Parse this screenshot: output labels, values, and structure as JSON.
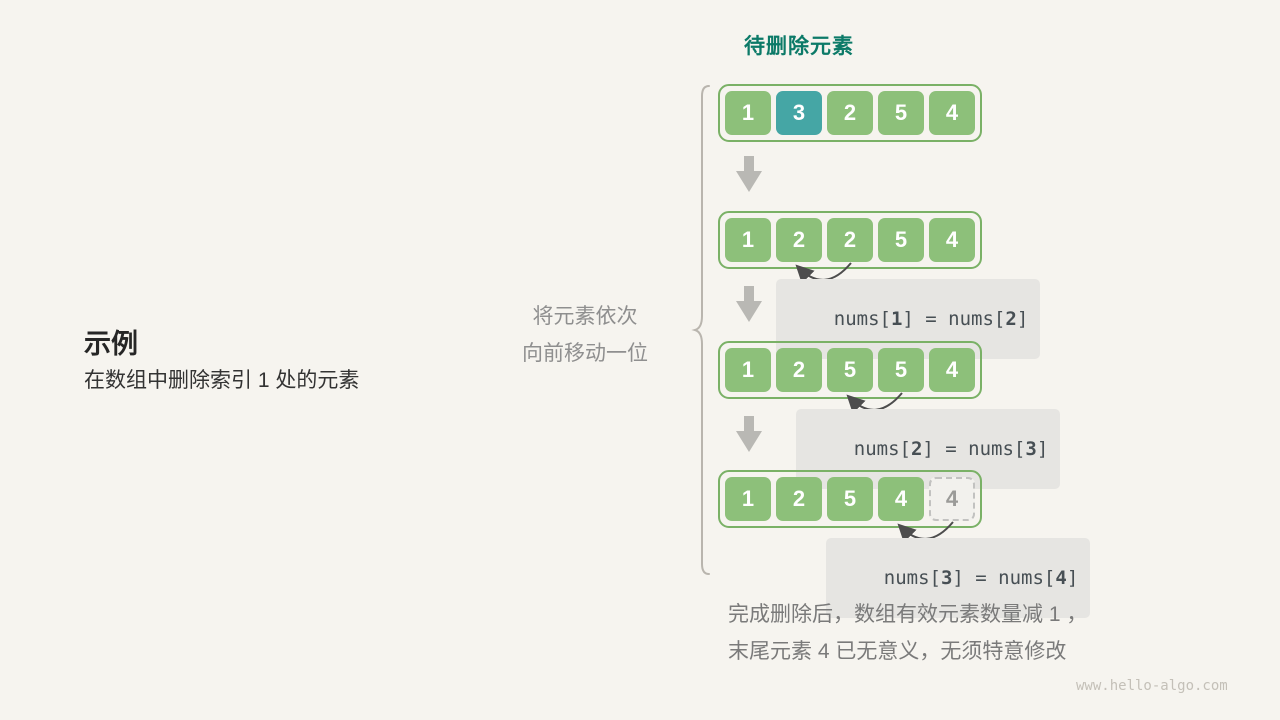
{
  "header": {
    "top_label": "待删除元素"
  },
  "example": {
    "title": "示例",
    "subtitle": "在数组中删除索引 1 处的元素"
  },
  "note": {
    "line1": "将元素依次",
    "line2": "向前移动一位"
  },
  "rows": [
    {
      "cells": [
        "1",
        "3",
        "2",
        "5",
        "4"
      ]
    },
    {
      "cells": [
        "1",
        "2",
        "2",
        "5",
        "4"
      ],
      "code": [
        "nums[",
        "1",
        "] = nums[",
        "2",
        "]"
      ]
    },
    {
      "cells": [
        "1",
        "2",
        "5",
        "5",
        "4"
      ],
      "code": [
        "nums[",
        "2",
        "] = nums[",
        "3",
        "]"
      ]
    },
    {
      "cells": [
        "1",
        "2",
        "5",
        "4",
        "4"
      ],
      "code": [
        "nums[",
        "3",
        "] = nums[",
        "4",
        "]"
      ]
    }
  ],
  "footer": {
    "line1": "完成删除后，数组有效元素数量减 1 ，",
    "line2": "末尾元素 4 已无意义，无须特意修改"
  },
  "watermark": "www.hello-algo.com",
  "colors": {
    "cell_green": "#8dc07a",
    "cell_teal": "#45a6a5",
    "accent_label": "#0c7a68",
    "code_bg": "#e6e5e2",
    "arrow_gray": "#b9b8b4"
  }
}
